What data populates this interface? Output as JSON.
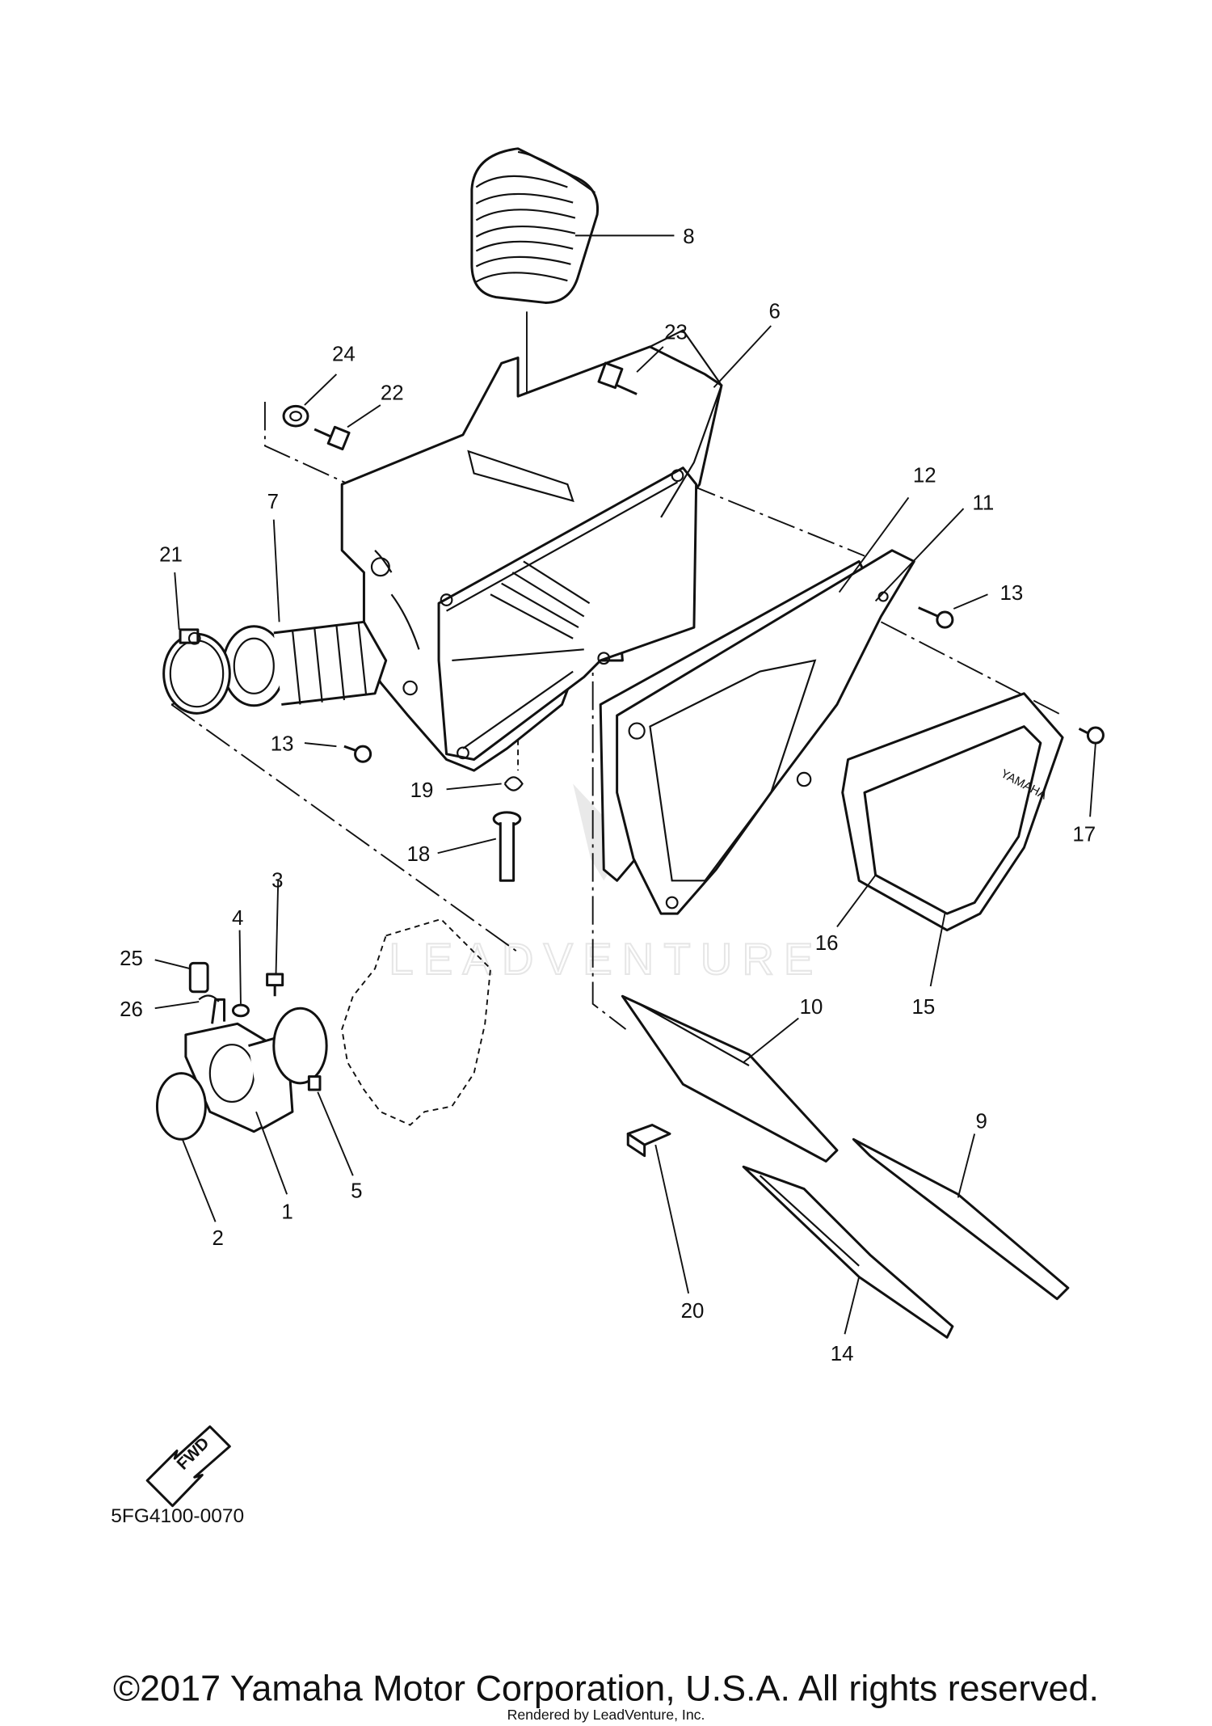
{
  "diagram_code": "5FG4100-0070",
  "copyright": "©2017 Yamaha Motor Corporation, U.S.A. All rights reserved.",
  "rendered_by": "Rendered by LeadVenture, Inc.",
  "watermark": "LEADVENTURE",
  "fwd_label": "FWD",
  "cover_brand": "YAMAHA",
  "callouts": [
    {
      "id": "c1",
      "label": "1"
    },
    {
      "id": "c2",
      "label": "2"
    },
    {
      "id": "c3",
      "label": "3"
    },
    {
      "id": "c4",
      "label": "4"
    },
    {
      "id": "c5",
      "label": "5"
    },
    {
      "id": "c6",
      "label": "6"
    },
    {
      "id": "c7",
      "label": "7"
    },
    {
      "id": "c8",
      "label": "8"
    },
    {
      "id": "c9",
      "label": "9"
    },
    {
      "id": "c10",
      "label": "10"
    },
    {
      "id": "c11",
      "label": "11"
    },
    {
      "id": "c12",
      "label": "12"
    },
    {
      "id": "c13a",
      "label": "13"
    },
    {
      "id": "c13b",
      "label": "13"
    },
    {
      "id": "c14",
      "label": "14"
    },
    {
      "id": "c15",
      "label": "15"
    },
    {
      "id": "c16",
      "label": "16"
    },
    {
      "id": "c17",
      "label": "17"
    },
    {
      "id": "c18",
      "label": "18"
    },
    {
      "id": "c19",
      "label": "19"
    },
    {
      "id": "c20",
      "label": "20"
    },
    {
      "id": "c21",
      "label": "21"
    },
    {
      "id": "c22",
      "label": "22"
    },
    {
      "id": "c23",
      "label": "23"
    },
    {
      "id": "c24",
      "label": "24"
    },
    {
      "id": "c25",
      "label": "25"
    },
    {
      "id": "c26",
      "label": "26"
    }
  ]
}
